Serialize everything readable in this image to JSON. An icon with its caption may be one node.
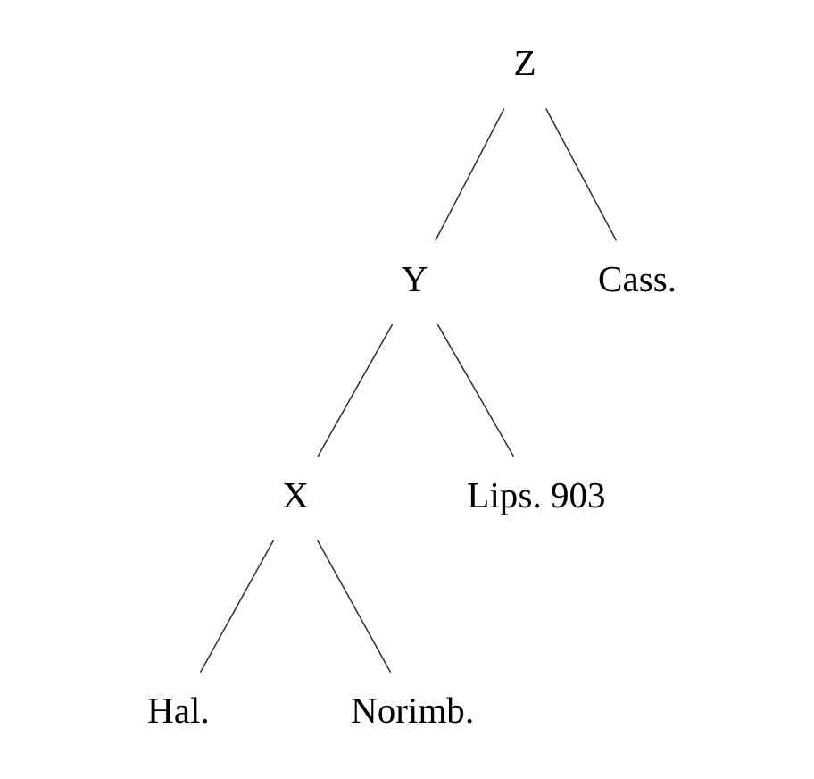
{
  "diagram": {
    "nodes": [
      {
        "text": [
          "Z"
        ]
      },
      {
        "text": [
          "Y"
        ]
      },
      {
        "text": [
          "Cass."
        ]
      },
      {
        "text": [
          "X"
        ]
      },
      {
        "text": [
          "Lips. 903"
        ]
      },
      {
        "text": [
          "Hal."
        ]
      },
      {
        "text": [
          "Norimb."
        ]
      }
    ],
    "edges": [
      {
        "from": 0,
        "to": 1,
        "arrow": "none"
      },
      {
        "from": 0,
        "to": 2,
        "arrow": "none"
      },
      {
        "from": 1,
        "to": 3,
        "arrow": "none"
      },
      {
        "from": 1,
        "to": 4,
        "arrow": "none"
      },
      {
        "from": 3,
        "to": 5,
        "arrow": "none"
      },
      {
        "from": 3,
        "to": 6,
        "arrow": "none"
      }
    ]
  }
}
